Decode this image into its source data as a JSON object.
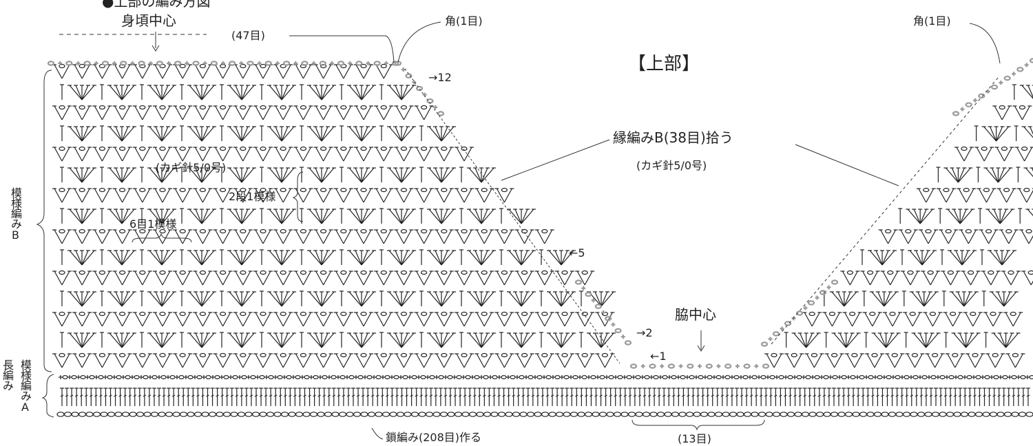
{
  "header_text": "●上部の編み方図",
  "labels": {
    "body_center": "身頃中心",
    "stitches_47": "(47目)",
    "corner_left": "角(1目)",
    "corner_right": "角(1目)",
    "title": "【上部】",
    "edging": "縁編みB(38目)拾う",
    "hook_right": "(カギ針5/0号)",
    "hook_left": "(カギ針5/0号)",
    "two_row_repeat": "2段1模様",
    "six_st_repeat": "6目1模様",
    "side_center": "脇中心",
    "chain_start": "鎖編み(208目)作る",
    "stitches_13": "(13目)",
    "pattern_b": "模様編みB",
    "pattern_a": "模様編みA",
    "treble": "長編み"
  },
  "row_markers": [
    "12",
    "5",
    "2",
    "1"
  ],
  "arrow_glyph_right": "→",
  "arrow_glyph_left": "←",
  "colors": {
    "ink": "#222222",
    "gray_stitch": "#999999"
  }
}
